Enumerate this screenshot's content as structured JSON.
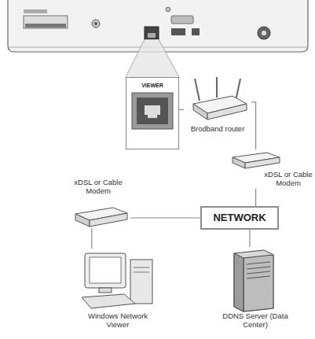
{
  "diagram": {
    "nodes": [
      {
        "text": [
          "VIEWER"
        ]
      },
      {
        "text": [
          "Brodband router"
        ]
      },
      {
        "text": [
          "xDSL or Cable Modem"
        ]
      },
      {
        "text": [
          "xDSL or Cable Modem"
        ]
      },
      {
        "text": [
          "NETWORK"
        ]
      },
      {
        "text": [
          "Windows Network Viewer"
        ]
      },
      {
        "text": [
          "DDNS Server (Data Center)"
        ]
      }
    ],
    "edges": [
      {
        "from": 0,
        "to": 1,
        "arrow": "none"
      },
      {
        "from": 1,
        "to": 2,
        "arrow": "none"
      },
      {
        "from": 2,
        "to": 4,
        "arrow": "none"
      },
      {
        "from": 4,
        "to": 3,
        "arrow": "none"
      },
      {
        "from": 3,
        "to": 5,
        "arrow": "none"
      },
      {
        "from": 4,
        "to": 6,
        "arrow": "none"
      }
    ]
  }
}
